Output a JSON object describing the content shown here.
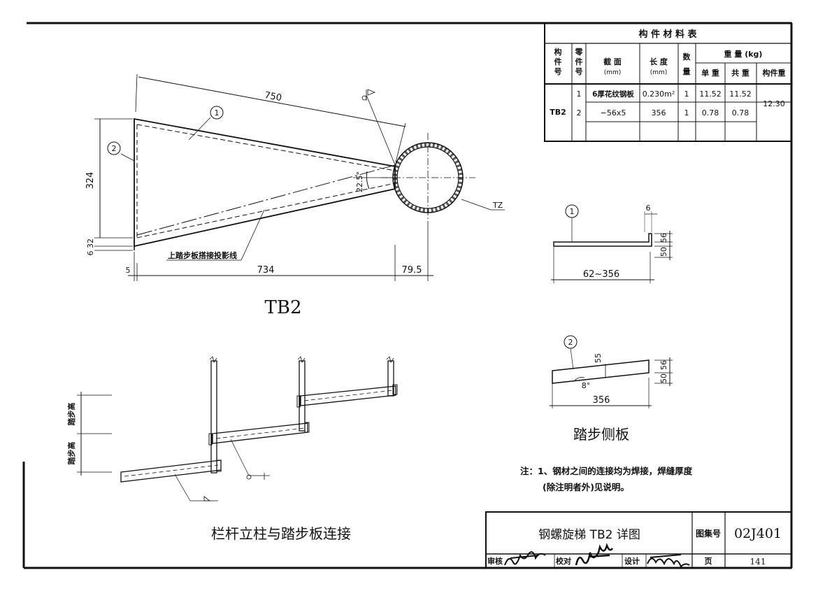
{
  "table": {
    "title": "构 件 材 料 表",
    "headers": {
      "component_no": [
        "构",
        "件",
        "号"
      ],
      "part_no": [
        "零",
        "件",
        "号"
      ],
      "section": "截 面",
      "section_unit": "(mm)",
      "length": "长 度",
      "length_unit": "(mm)",
      "quantity": [
        "数",
        "量"
      ],
      "weight": "重 量 (kg)",
      "unit_weight": "单 重",
      "total_weight": "共 重",
      "component_weight": "构件重"
    },
    "component": "TB2",
    "component_weight": "12.30",
    "rows": [
      {
        "part": "1",
        "section": "6厚花纹钢板",
        "length": "0.230m²",
        "qty": "1",
        "unit": "11.52",
        "total": "11.52"
      },
      {
        "part": "2",
        "section": "−56x5",
        "length": "356",
        "qty": "1",
        "unit": "0.78",
        "total": "0.78"
      }
    ]
  },
  "tb2": {
    "title": "TB2",
    "dim_750": "750",
    "dim_324": "324",
    "dim_32": "32",
    "dim_6": "6",
    "dim_5": "5",
    "dim_734": "734",
    "dim_795": "79.5",
    "angle": "22.5°",
    "callout_1": "1",
    "callout_2": "2",
    "tz": "TZ",
    "projection_label": "上踏步板搭接投影线"
  },
  "part1": {
    "callout": "1",
    "dim_6": "6",
    "dim_56": "56",
    "dim_50": "50",
    "dim_len": "62~356"
  },
  "part2": {
    "callout": "2",
    "dim_55": "55",
    "dim_56": "56",
    "dim_50": "50",
    "angle": "8°",
    "dim_len": "356"
  },
  "side_plate_title": "踏步侧板",
  "railing": {
    "title": "栏杆立柱与踏步板连接",
    "step_height_1": "踏步高",
    "step_height_2": "踏步高"
  },
  "notes": {
    "line1": "注：1、钢材之间的连接均为焊接，焊缝厚度",
    "line2": "(除注明者外)见说明。"
  },
  "title_block": {
    "drawing_name": "钢螺旋梯 TB2 详图",
    "atlas_label": "图集号",
    "atlas_no": "02J401",
    "review_label": "审核",
    "check_label": "校对",
    "design_label": "设计",
    "page_label": "页",
    "page_no": "141"
  }
}
